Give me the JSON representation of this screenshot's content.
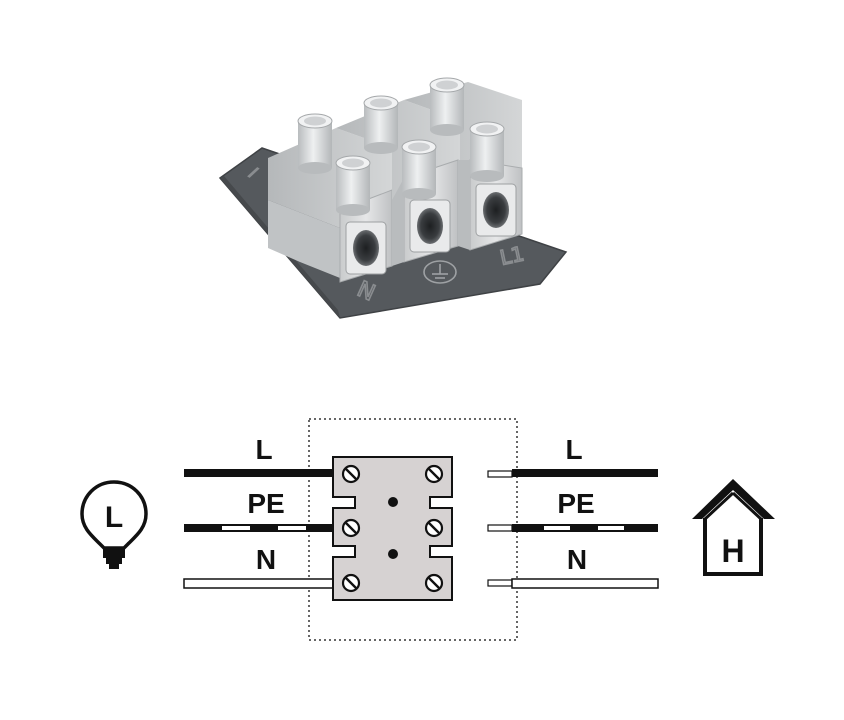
{
  "product_photo": {
    "embossed_labels": {
      "neutral": "N",
      "earth_symbol": "⏚",
      "line": "L1"
    }
  },
  "wiring": {
    "left_wires": [
      {
        "label": "L",
        "style": "solid-black"
      },
      {
        "label": "PE",
        "style": "black-white-dashed"
      },
      {
        "label": "N",
        "style": "white"
      }
    ],
    "right_wires": [
      {
        "label": "L",
        "style": "solid-black"
      },
      {
        "label": "PE",
        "style": "black-white-dashed"
      },
      {
        "label": "N",
        "style": "white"
      }
    ],
    "lamp_icon": {
      "letter": "L",
      "icon": "light-bulb-icon"
    },
    "house_icon": {
      "letter": "H",
      "icon": "house-icon"
    }
  },
  "colors": {
    "plate": "#55595d",
    "terminal_body": "#d8dadb",
    "block_fill": "#d6d2d2",
    "wire_black": "#111111",
    "wire_white": "#ffffff"
  }
}
